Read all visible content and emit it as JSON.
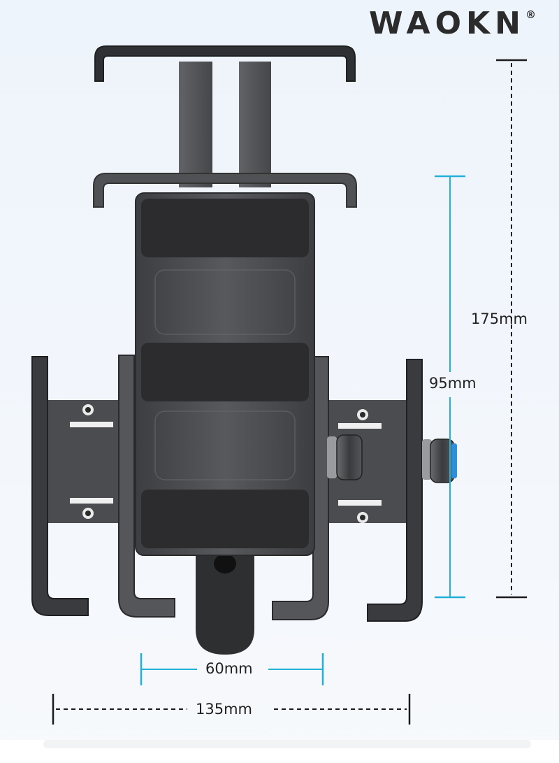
{
  "brand": {
    "name": "WAOKN",
    "mark": "®"
  },
  "dimensions": {
    "total_height": "175mm",
    "clamp_height": "95mm",
    "grip_width": "60mm",
    "max_width": "135mm"
  },
  "colors": {
    "accent_line": "#22b0d8",
    "dash_line": "#1a1a1a",
    "holder_body": "#4a4b4e",
    "holder_pad": "#2c2c2e",
    "frame": "#3a3b3e",
    "knob_ring": "#2f8fd6"
  },
  "icons": [
    "phone-holder-illustration",
    "adjustment-knob-icon",
    "dimension-line-icon"
  ]
}
